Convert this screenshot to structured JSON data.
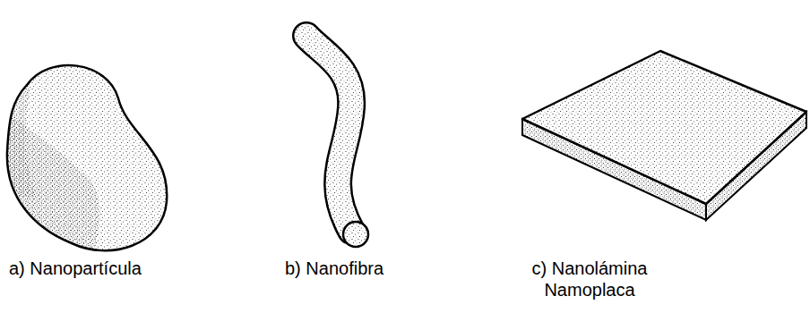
{
  "diagram": {
    "labels": [
      "a) Nanopartícula",
      "b) Nanofibra",
      "c) Nanolámina Namoplaca"
    ]
  }
}
